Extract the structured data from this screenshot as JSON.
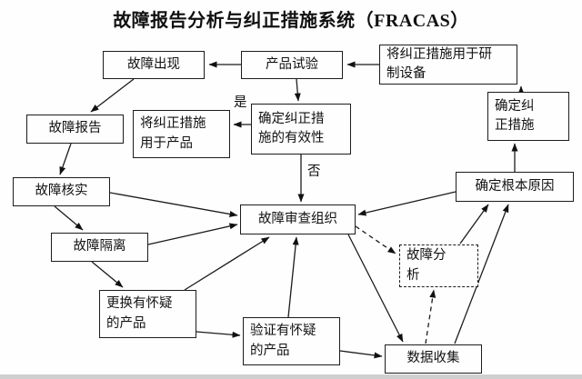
{
  "title": "故障报告分析与纠正措施系统（FRACAS）",
  "decision_labels": {
    "yes": "是",
    "no": "否"
  },
  "nodes": {
    "failure_occurs": "故障出现",
    "product_test": "产品试验",
    "apply_dev": "将纠正措施用于研\n制设备",
    "failure_report": "故障报告",
    "apply_product": "将纠正措施\n用于产品",
    "determine_effect": "确定纠正措\n施的有效性",
    "determine_corrective": "确定纠\n正措施",
    "failure_verify": "故障核实",
    "root_cause": "确定根本原因",
    "review_board": "故障审查组织",
    "failure_isolation": "故障隔离",
    "failure_analysis": "故障分\n析",
    "replace_suspect": "更换有怀疑\n的产品",
    "verify_suspect": "验证有怀疑\n的产品",
    "data_collection": "数据收集"
  },
  "edges": [
    {
      "from": "product_test",
      "to": "failure_occurs",
      "style": "solid"
    },
    {
      "from": "apply_dev",
      "to": "product_test",
      "style": "solid"
    },
    {
      "from": "product_test",
      "to": "determine_effect",
      "style": "solid"
    },
    {
      "from": "failure_occurs",
      "to": "failure_report",
      "style": "solid"
    },
    {
      "from": "failure_report",
      "to": "failure_verify",
      "style": "solid"
    },
    {
      "from": "determine_effect",
      "to": "apply_product",
      "style": "solid",
      "label": "是"
    },
    {
      "from": "determine_effect",
      "to": "review_board",
      "style": "solid",
      "label": "否"
    },
    {
      "from": "determine_corrective",
      "to": "apply_dev",
      "style": "solid"
    },
    {
      "from": "root_cause",
      "to": "determine_corrective",
      "style": "solid"
    },
    {
      "from": "failure_verify",
      "to": "review_board",
      "style": "solid"
    },
    {
      "from": "failure_verify",
      "to": "failure_isolation",
      "style": "solid"
    },
    {
      "from": "failure_isolation",
      "to": "review_board",
      "style": "solid"
    },
    {
      "from": "failure_isolation",
      "to": "replace_suspect",
      "style": "solid"
    },
    {
      "from": "replace_suspect",
      "to": "review_board",
      "style": "solid"
    },
    {
      "from": "replace_suspect",
      "to": "verify_suspect",
      "style": "solid"
    },
    {
      "from": "verify_suspect",
      "to": "review_board",
      "style": "solid"
    },
    {
      "from": "verify_suspect",
      "to": "data_collection",
      "style": "solid"
    },
    {
      "from": "review_board",
      "to": "data_collection",
      "style": "solid"
    },
    {
      "from": "data_collection",
      "to": "failure_analysis",
      "style": "dashed"
    },
    {
      "from": "failure_analysis",
      "to": "root_cause",
      "style": "solid"
    },
    {
      "from": "data_collection",
      "to": "root_cause",
      "style": "solid"
    },
    {
      "from": "root_cause",
      "to": "review_board",
      "style": "solid"
    },
    {
      "from": "review_board",
      "to": "failure_analysis",
      "style": "dashed"
    }
  ]
}
